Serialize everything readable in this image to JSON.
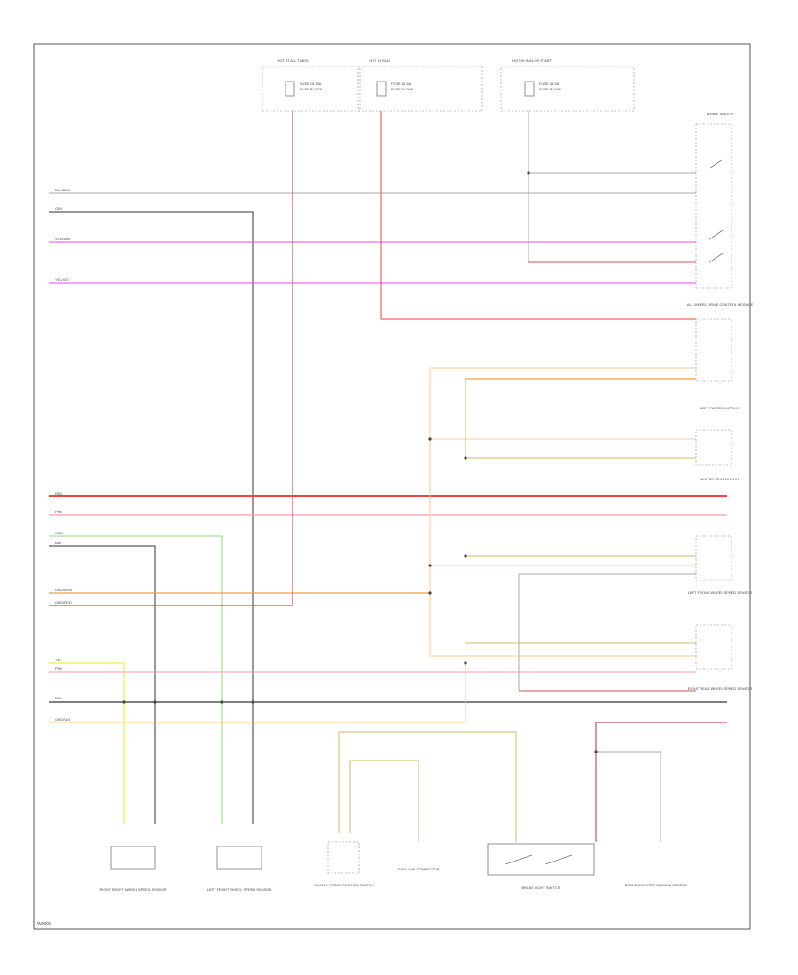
{
  "colors": {
    "black": "#333333",
    "grey": "#aaaaaa",
    "red": "#ee4444",
    "pink": "#ff99aa",
    "violet": "#ee44ee",
    "orange": "#f0a040",
    "light_orange": "#ffc890",
    "yellow": "#eeee44",
    "green": "#88dd77",
    "blue": "#4444ee",
    "dark_red": "#cc5555",
    "olive": "#ccbb66"
  },
  "footer": {
    "code": "W0000"
  },
  "fuse_blocks": [
    {
      "title": "HOT AT ALL TIMES",
      "fuse": "FUSE 15 10A",
      "block": "FUSE BLOCK"
    },
    {
      "title": "HOT IN RUN",
      "fuse": "FUSE 26 5A",
      "block": "FUSE BLOCK"
    },
    {
      "title": "HOT IN RUN OR START",
      "fuse": "FUSE 38 5A",
      "block": "FUSE BLOCK"
    }
  ],
  "left_wires": [
    {
      "label": "BLU/BRN"
    },
    {
      "label": "GRY"
    },
    {
      "label": "VIO/GRN"
    },
    {
      "label": "YEL/VIO"
    },
    {
      "label": "RED"
    },
    {
      "label": "PNK"
    },
    {
      "label": "GRN"
    },
    {
      "label": "BLK"
    },
    {
      "label": "ORG/BRN"
    },
    {
      "label": "ORG/RED"
    },
    {
      "label": "YEL"
    },
    {
      "label": "PNK"
    },
    {
      "label": "BLK"
    },
    {
      "label": "ORG/VIO"
    }
  ],
  "right_components": [
    {
      "name": "BRAKE SWITCH"
    },
    {
      "name": "ALL WHEEL DRIVE CONTROL MODULE"
    },
    {
      "name": "ABS CONTROL MODULE"
    },
    {
      "name": "HEATED SEAT MODULE"
    },
    {
      "name": "LEFT FRONT WHEEL SPEED SENSOR"
    },
    {
      "name": "RIGHT REAR WHEEL SPEED SENSOR"
    }
  ],
  "bottom_components": [
    {
      "name": "RIGHT FRONT WHEEL SPEED SENSOR"
    },
    {
      "name": "LEFT FRONT WHEEL SPEED SENSOR"
    },
    {
      "name": "CLUTCH PEDAL POSITION SWITCH"
    },
    {
      "name": "DATA LINK CONNECTOR"
    },
    {
      "name": "BRAKE LIGHT SWITCH"
    },
    {
      "name": "BRAKE BOOSTER VACUUM SENSOR"
    }
  ]
}
